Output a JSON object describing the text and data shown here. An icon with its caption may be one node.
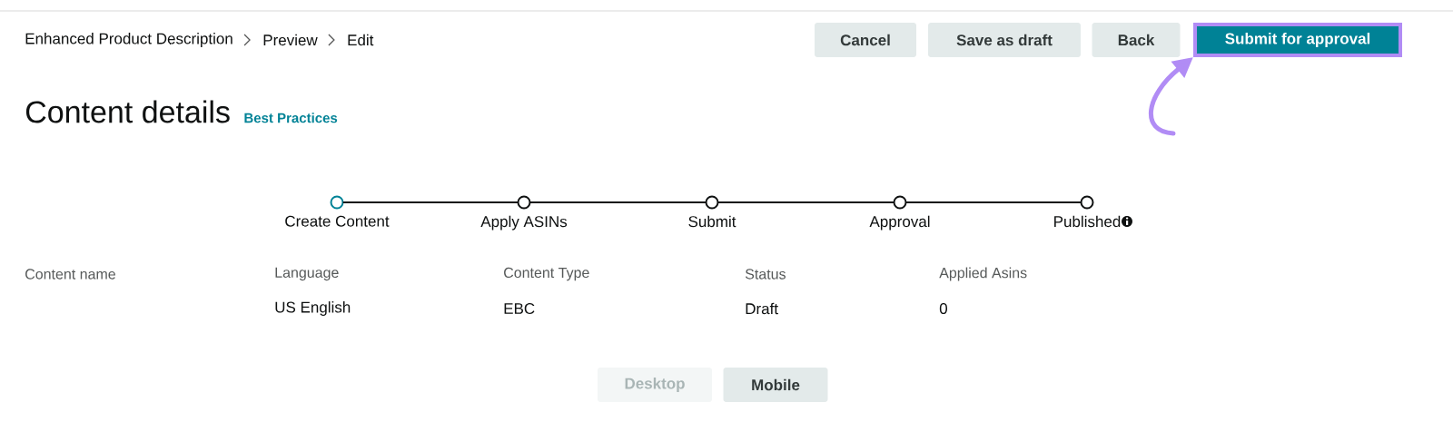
{
  "diagram": {
    "nodes": [
      {
        "text": [
          "Cancel"
        ]
      },
      {
        "text": [
          "Save as draft"
        ]
      },
      {
        "text": [
          "Back"
        ]
      },
      {
        "text": [
          "Submit for approval"
        ]
      },
      {
        "text": [
          "Create Content"
        ]
      },
      {
        "text": [
          "Apply ASINs"
        ]
      },
      {
        "text": [
          "Submit"
        ]
      },
      {
        "text": [
          "Approval"
        ]
      },
      {
        "text": [
          "Published"
        ]
      },
      {
        "text": [
          "Desktop"
        ]
      },
      {
        "text": [
          "Mobile"
        ]
      }
    ],
    "edges": [
      {
        "from": 4,
        "to": 5,
        "arrow": "none"
      },
      {
        "from": 5,
        "to": 6,
        "arrow": "none"
      },
      {
        "from": 6,
        "to": 7,
        "arrow": "none"
      },
      {
        "from": 7,
        "to": 8,
        "arrow": "none"
      },
      {
        "from": null,
        "to": 3,
        "arrow": "to",
        "style": "thick",
        "color": "#b18cf5"
      }
    ],
    "labels": [
      "Enhanced Product Description",
      "Preview",
      "Edit",
      "Content details",
      "Best Practices",
      "Content name",
      "Language",
      "Content Type",
      "Status",
      "Applied Asins",
      "US English",
      "EBC",
      "Draft",
      "0"
    ]
  }
}
